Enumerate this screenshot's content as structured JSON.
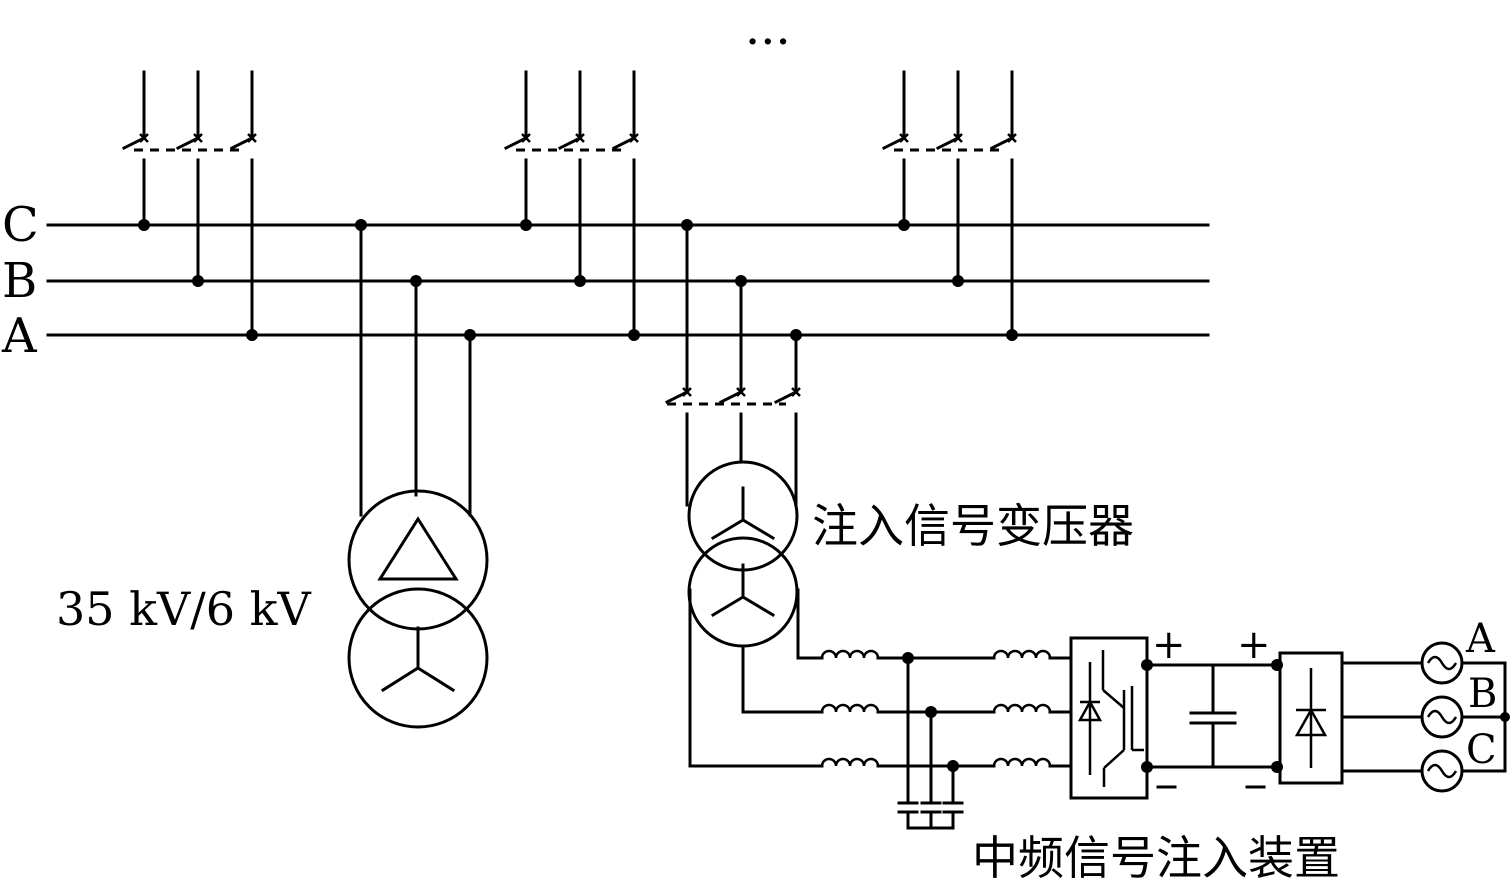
{
  "buses": {
    "c_label": "C",
    "b_label": "B",
    "a_label": "A"
  },
  "ellipsis": "···",
  "main_transformer_label": "35 kV/6 kV",
  "injection_transformer_label": "注入信号变压器",
  "injection_device_label": "中频信号注入装置",
  "source_phases": {
    "a": "A",
    "b": "B",
    "c": "C"
  },
  "dc_link": {
    "plus": "+",
    "minus": "−"
  }
}
